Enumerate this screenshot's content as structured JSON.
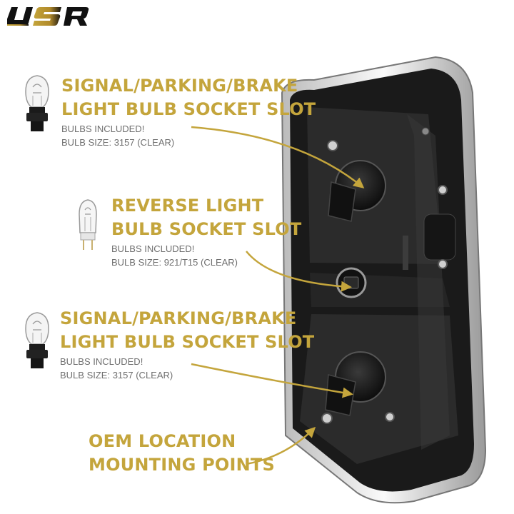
{
  "brand": {
    "logo_text": "USR",
    "accent_color": "#c4a53c"
  },
  "callouts": [
    {
      "title_line1": "SIGNAL/PARKING/BRAKE",
      "title_line2": "LIGHT BULB SOCKET SLOT",
      "note": "BULBS INCLUDED!",
      "bulb_size": "BULB SIZE: 3157 (CLEAR)",
      "icon": "bulb-3157-icon"
    },
    {
      "title_line1": "REVERSE LIGHT",
      "title_line2": "BULB SOCKET SLOT",
      "note": "BULBS INCLUDED!",
      "bulb_size": "BULB SIZE: 921/T15 (CLEAR)",
      "icon": "bulb-921-icon"
    },
    {
      "title_line1": "SIGNAL/PARKING/BRAKE",
      "title_line2": "LIGHT BULB SOCKET SLOT",
      "note": "BULBS INCLUDED!",
      "bulb_size": "BULB SIZE: 3157 (CLEAR)",
      "icon": "bulb-3157-icon"
    },
    {
      "title_line1": "OEM LOCATION",
      "title_line2": "MOUNTING POINTS"
    }
  ]
}
